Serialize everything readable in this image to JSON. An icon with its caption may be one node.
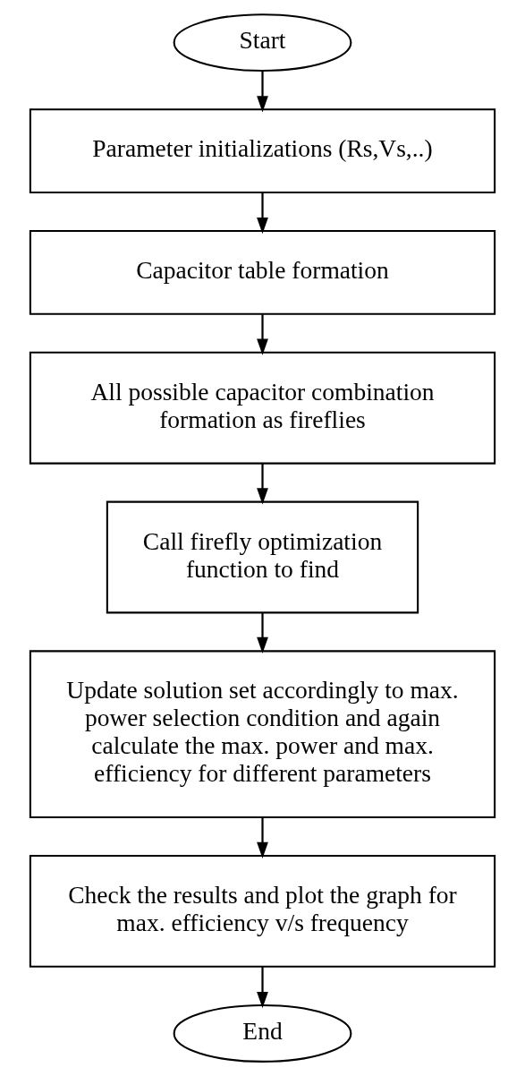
{
  "diagram": {
    "nodes": [
      {
        "text": [
          "Start"
        ]
      },
      {
        "text": [
          "Parameter initializations (Rs,Vs,..)"
        ]
      },
      {
        "text": [
          "Capacitor table formation"
        ]
      },
      {
        "text": [
          "All possible capacitor combination formation as fireflies"
        ]
      },
      {
        "text": [
          "Call firefly optimization function to find"
        ]
      },
      {
        "text": [
          "Update solution set accordingly to max. power selection condition and again calculate the max. power and max. efficiency for different parameters"
        ]
      },
      {
        "text": [
          "Check the results and plot the graph for max. efficiency v/s frequency"
        ]
      },
      {
        "text": [
          "End"
        ]
      }
    ],
    "edges": [
      {
        "from": 0,
        "to": 1,
        "arrow": "to"
      },
      {
        "from": 1,
        "to": 2,
        "arrow": "to"
      },
      {
        "from": 2,
        "to": 3,
        "arrow": "to"
      },
      {
        "from": 3,
        "to": 4,
        "arrow": "to"
      },
      {
        "from": 4,
        "to": 5,
        "arrow": "to"
      },
      {
        "from": 5,
        "to": 6,
        "arrow": "to"
      },
      {
        "from": 6,
        "to": 7,
        "arrow": "to"
      }
    ]
  }
}
